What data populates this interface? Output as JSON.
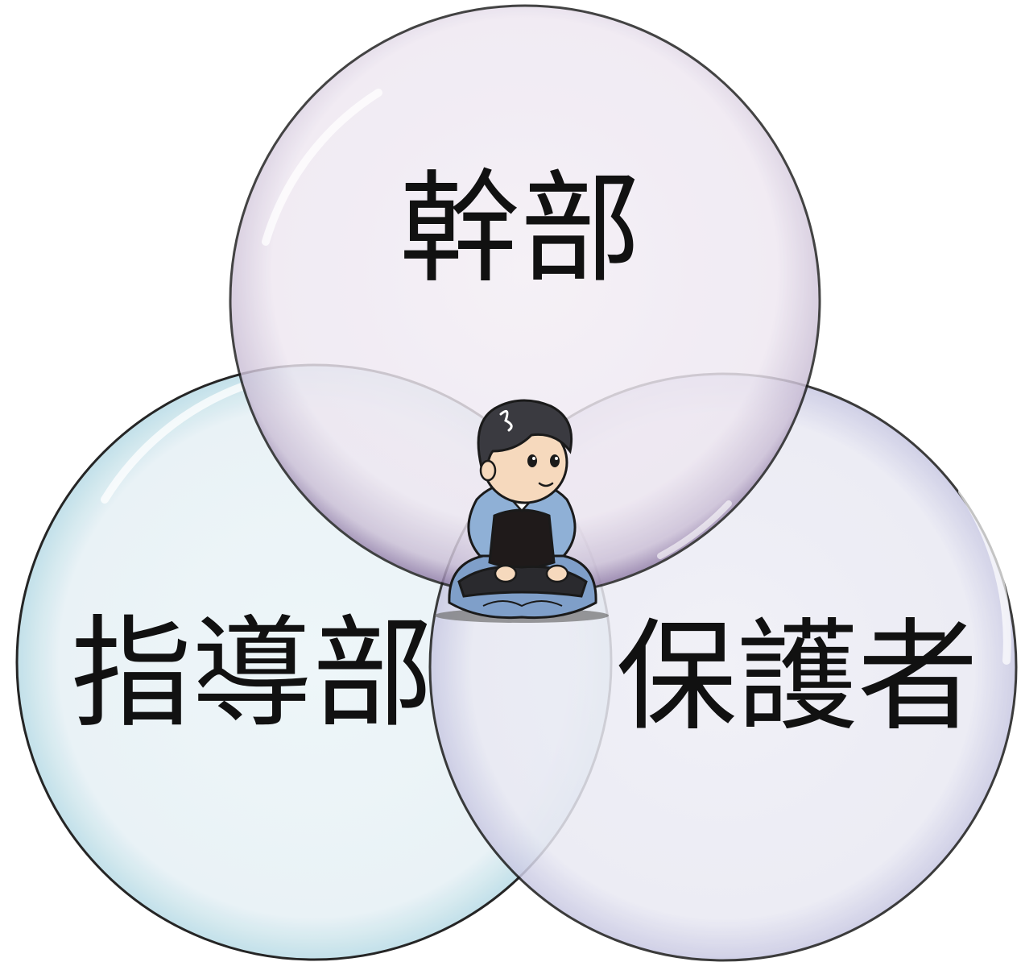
{
  "diagram": {
    "type": "venn",
    "circles": [
      {
        "id": "top",
        "label": "幹部",
        "color": "#b8a7c9"
      },
      {
        "id": "left",
        "label": "指導部",
        "color": "#a9d6e0"
      },
      {
        "id": "right",
        "label": "保護者",
        "color": "#a9aad6"
      }
    ],
    "center_figure": "seated-kendo-boy-illustration",
    "outline_color": "#1a1a1a"
  }
}
